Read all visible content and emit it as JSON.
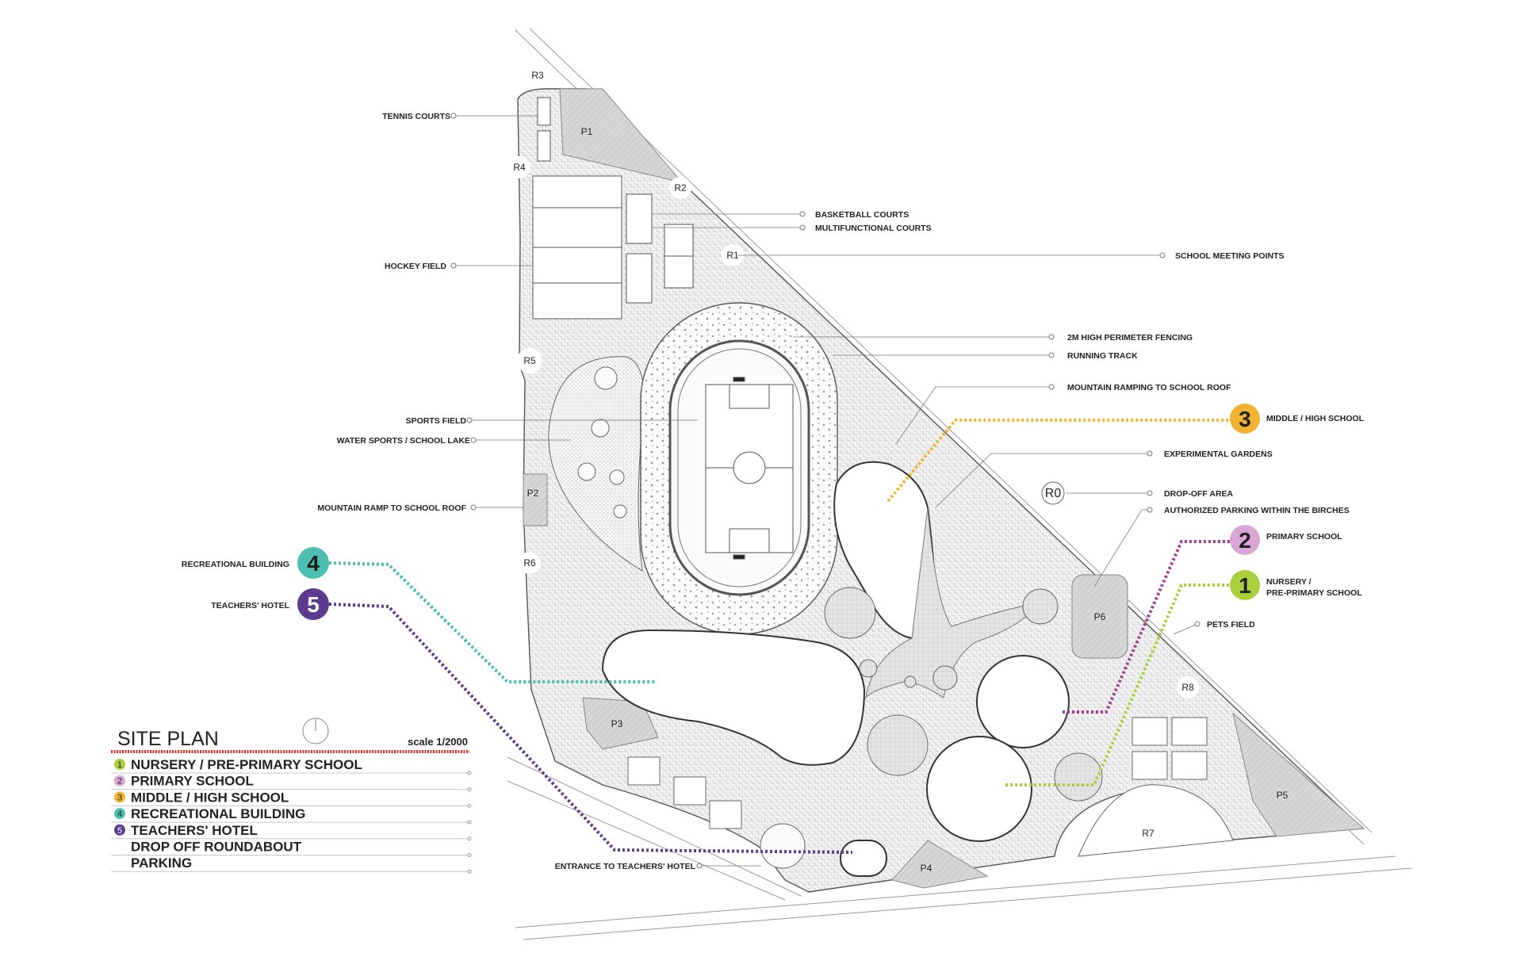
{
  "legend": {
    "title": "SITE PLAN",
    "scale": "scale 1/2000",
    "items": [
      {
        "num": "1",
        "label": "NURSERY / PRE-PRIMARY SCHOOL",
        "color": "#a9cf3c"
      },
      {
        "num": "2",
        "label": "PRIMARY SCHOOL",
        "color": "#d9a6d6"
      },
      {
        "num": "3",
        "label": "MIDDLE / HIGH SCHOOL",
        "color": "#f2b430"
      },
      {
        "num": "4",
        "label": "RECREATIONAL BUILDING",
        "color": "#4cbfb2"
      },
      {
        "num": "5",
        "label": "TEACHERS' HOTEL",
        "color": "#5d3a8f"
      },
      {
        "num": "",
        "label": "DROP OFF ROUNDABOUT",
        "color": ""
      },
      {
        "num": "",
        "label": "PARKING",
        "color": ""
      }
    ]
  },
  "markers": {
    "m1": {
      "num": "1",
      "label1": "NURSERY /",
      "label2": "PRE-PRIMARY SCHOOL"
    },
    "m2": {
      "num": "2",
      "label": "PRIMARY SCHOOL"
    },
    "m3": {
      "num": "3",
      "label": "MIDDLE / HIGH SCHOOL"
    },
    "m4": {
      "num": "4",
      "label": "RECREATIONAL BUILDING"
    },
    "m5": {
      "num": "5",
      "label": "TEACHERS' HOTEL"
    }
  },
  "callouts": {
    "tennis_courts": "TENNIS COURTS",
    "hockey_field": "HOCKEY FIELD",
    "sports_field": "SPORTS FIELD",
    "water_sports": "WATER SPORTS / SCHOOL LAKE",
    "mountain_ramp": "MOUNTAIN RAMP TO SCHOOL ROOF",
    "entrance_hotel": "ENTRANCE TO TEACHERS' HOTEL",
    "basketball": "BASKETBALL COURTS",
    "multifunctional": "MULTIFUNCTIONAL COURTS",
    "meeting_points": "SCHOOL MEETING POINTS",
    "fencing": "2M HIGH PERIMETER FENCING",
    "running_track": "RUNNING TRACK",
    "mountain_ramping": "MOUNTAIN RAMPING TO SCHOOL ROOF",
    "experimental_gardens": "EXPERIMENTAL GARDENS",
    "dropoff_area": "DROP-OFF AREA",
    "authorized_parking": "AUTHORIZED PARKING WITHIN THE BIRCHES",
    "pets_field": "PETS FIELD"
  },
  "codes": {
    "R0": "R0",
    "R1": "R1",
    "R2": "R2",
    "R3": "R3",
    "R4": "R4",
    "R5": "R5",
    "R6": "R6",
    "R7": "R7",
    "R8": "R8",
    "P1": "P1",
    "P2": "P2",
    "P3": "P3",
    "P4": "P4",
    "P5": "P5",
    "P6": "P6"
  },
  "colors": {
    "legend_rule": "#d9322b",
    "site_fill": "#ececec",
    "parking_fill": "#a9a9a9",
    "line": "#555555"
  }
}
